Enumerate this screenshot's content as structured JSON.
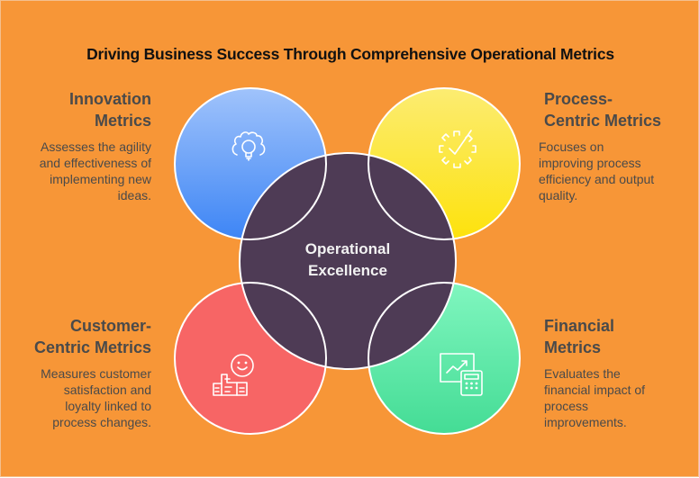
{
  "title": "Driving Business Success Through Comprehensive Operational Metrics",
  "center": {
    "label_line1": "Operational",
    "label_line2": "Excellence",
    "color": "#4E3B55"
  },
  "colors": {
    "background": "#F79637",
    "text_dark": "#4a4a4a",
    "outline": "#ffffff"
  },
  "quadrants": [
    {
      "id": "innovation",
      "title_line1": "Innovation",
      "title_line2": "Metrics",
      "description_lines": [
        "Assesses the agility",
        "and effectiveness of",
        "implementing new",
        "ideas."
      ],
      "icon": "lightbulb-gear-icon",
      "color_top": "#9DC1FB",
      "color_bottom": "#3E86F5"
    },
    {
      "id": "process",
      "title_line1": "Process-",
      "title_line2": "Centric Metrics",
      "description_lines": [
        "Focuses on",
        "improving process",
        "efficiency and output",
        "quality."
      ],
      "icon": "gear-check-icon",
      "color_top": "#FCEB6B",
      "color_bottom": "#FDE310"
    },
    {
      "id": "customer",
      "title_line1": "Customer-",
      "title_line2": "Centric Metrics",
      "description_lines": [
        "Measures customer",
        "satisfaction and",
        "loyalty linked to",
        "process changes."
      ],
      "icon": "smiley-podium-icon",
      "color_top": "#F76565",
      "color_bottom": "#F76565"
    },
    {
      "id": "financial",
      "title_line1": "Financial",
      "title_line2": "Metrics",
      "description_lines": [
        "Evaluates the",
        "financial impact of",
        "process",
        "improvements."
      ],
      "icon": "chart-calculator-icon",
      "color_top": "#7EF5BD",
      "color_bottom": "#45DD96"
    }
  ]
}
